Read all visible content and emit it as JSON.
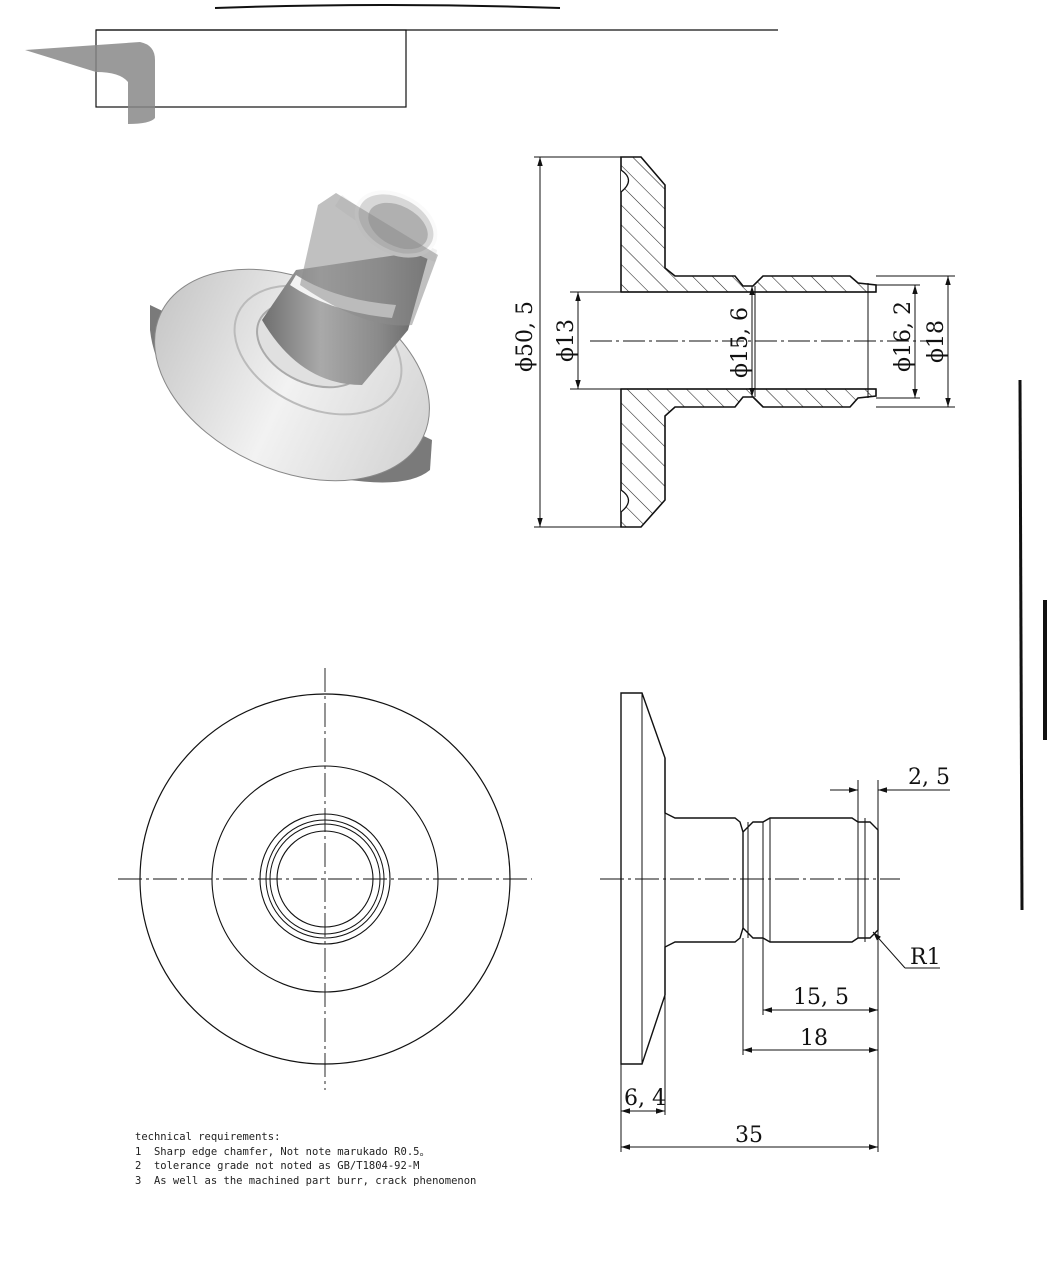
{
  "drawing": {
    "section_view": {
      "dim_outer_flange": "ϕ50, 5",
      "dim_bore": "ϕ13",
      "dim_groove": "ϕ15, 6",
      "dim_inner_tip": "ϕ16, 2",
      "dim_outer_tube": "ϕ18"
    },
    "side_view": {
      "dim_chamfer_width": "2, 5",
      "dim_radius": "R1",
      "dim_155": "15, 5",
      "dim_18": "18",
      "dim_flange": "6, 4",
      "dim_total": "35"
    }
  },
  "notes": {
    "title": "technical requirements:",
    "items": [
      "1  Sharp edge chamfer, Not note marukado R0.5。",
      "2  tolerance grade not noted as GB/T1804-92-M",
      "3  As well as the machined part burr, crack phenomenon"
    ]
  }
}
